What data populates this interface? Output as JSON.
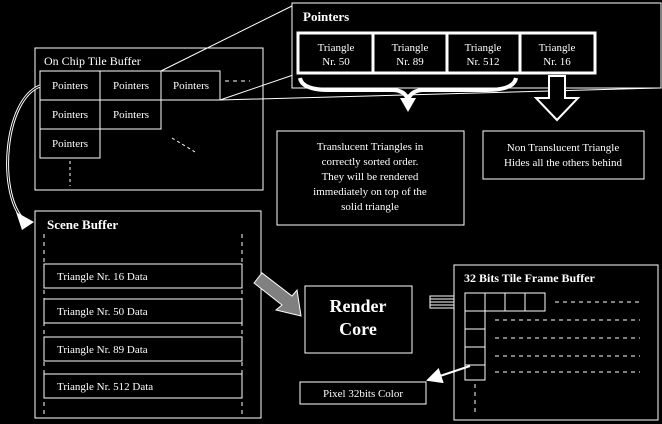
{
  "colors": {
    "background": "#000000",
    "foreground": "#ffffff",
    "arrow_fill": "#808080"
  },
  "tile_buffer": {
    "title": "On Chip Tile Buffer",
    "cells": [
      "Pointers",
      "Pointers",
      "Pointers",
      "Pointers",
      "Pointers",
      "Pointers"
    ]
  },
  "pointers_panel": {
    "title": "Pointers",
    "triangles": [
      {
        "line1": "Triangle",
        "line2": "Nr. 50"
      },
      {
        "line1": "Triangle",
        "line2": "Nr. 89"
      },
      {
        "line1": "Triangle",
        "line2": "Nr. 512"
      },
      {
        "line1": "Triangle",
        "line2": "Nr. 16"
      }
    ]
  },
  "notes": {
    "translucent": [
      "Translucent Triangles in",
      "correctly sorted order.",
      "They will be rendered",
      "immediately on top of the",
      "solid triangle"
    ],
    "non_translucent": [
      "Non Translucent Triangle",
      "Hides all the others behind"
    ]
  },
  "scene_buffer": {
    "title": "Scene Buffer",
    "items": [
      "Triangle Nr. 16 Data",
      "Triangle Nr. 50 Data",
      "Triangle Nr. 89 Data",
      "Triangle Nr. 512 Data"
    ]
  },
  "render_core": {
    "line1": "Render",
    "line2": "Core"
  },
  "frame_buffer": {
    "title": "32 Bits Tile Frame Buffer"
  },
  "pixel_label": "Pixel 32bits Color"
}
